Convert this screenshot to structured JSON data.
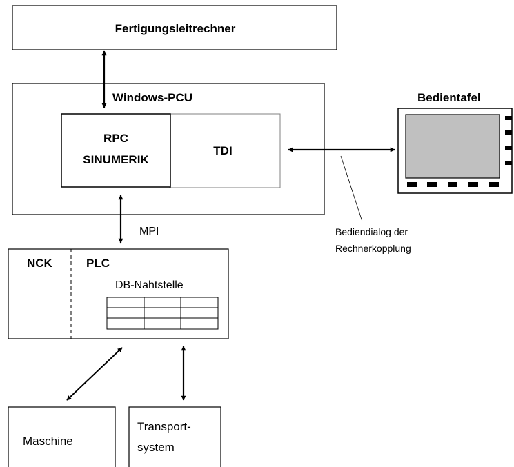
{
  "labels": {
    "fertigungsleitrechner": "Fertigungsleitrechner",
    "windows_pcu": "Windows-PCU",
    "rpc_line1": "RPC",
    "rpc_line2": "SINUMERIK",
    "tdi": "TDI",
    "bedientafel": "Bedientafel",
    "mpi": "MPI",
    "bediendialog_line1": "Bediendialog der",
    "bediendialog_line2": "Rechnerkopplung",
    "nck": "NCK",
    "plc": "PLC",
    "db_nahtstelle": "DB-Nahtstelle",
    "maschine": "Maschine",
    "transport_line1": "Transport-",
    "transport_line2": "system"
  },
  "colors": {
    "stroke": "#000000",
    "tdi_border": "#808080",
    "screen_fill": "#c0c0c0",
    "background": "#ffffff"
  },
  "db_table": {
    "rows": 3,
    "columns": 3
  }
}
